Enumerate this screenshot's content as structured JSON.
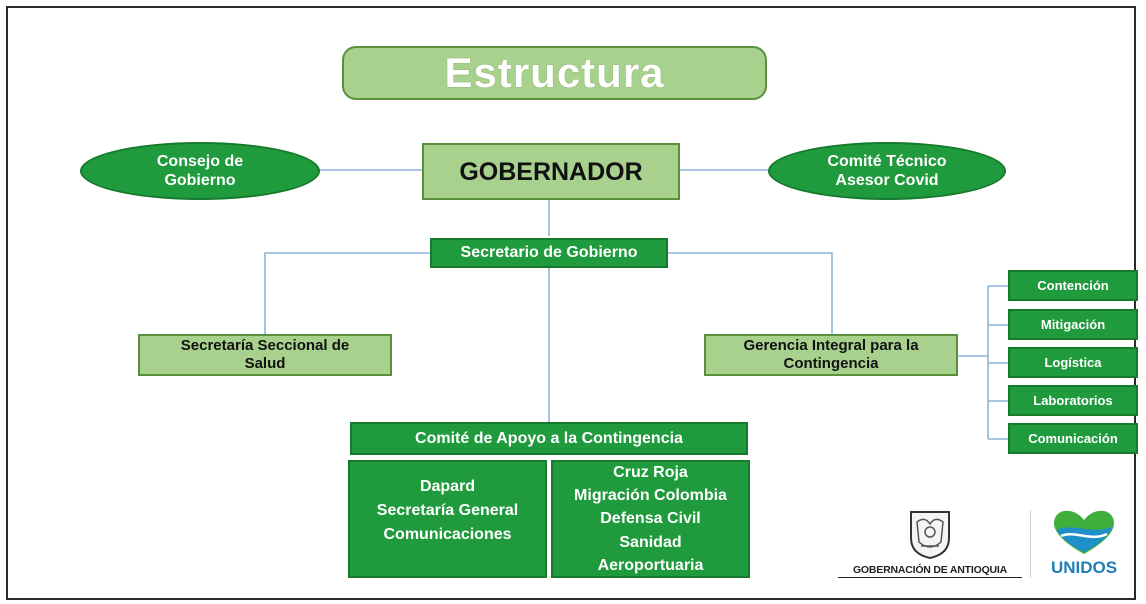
{
  "title": "Estructura",
  "gobernador": "GOBERNADOR",
  "consejo": "Consejo de Gobierno",
  "comite_tecnico": "Comité Técnico Asesor Covid",
  "secretario": "Secretario de Gobierno",
  "secretaria_salud": "Secretaría Seccional  de Salud",
  "gerencia": "Gerencia Integral para la Contingencia",
  "gerencia_branches": [
    "Contención",
    "Mitigación",
    "Logística",
    "Laboratorios",
    "Comunicación"
  ],
  "comite_apoyo": "Comité de Apoyo a la Contingencia",
  "apoyo_left": [
    "Dapard",
    "Secretaría General",
    "Comunicaciones"
  ],
  "apoyo_right": [
    "Cruz Roja",
    "Migración Colombia",
    "Defensa Civil",
    "Sanidad",
    "Aeroportuaria"
  ],
  "logos": {
    "gobernacion_text": "GOBERNACIÓN DE ANTIOQUIA",
    "unidos_text": "UNIDOS"
  },
  "colors": {
    "light_green": "#a9d18e",
    "dark_green": "#1f9a3c",
    "connector": "#8fb4d8"
  }
}
